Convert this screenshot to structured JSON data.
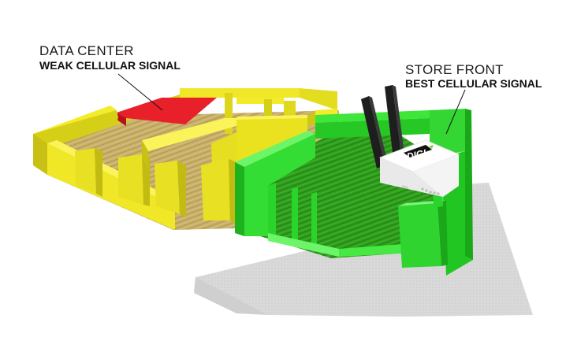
{
  "data_center": {
    "title": "DATA CENTER",
    "subtitle": "WEAK CELLULAR SIGNAL",
    "zone_color": "#e8202a"
  },
  "store_front": {
    "title": "STORE FRONT",
    "subtitle": "BEST CELLULAR SIGNAL",
    "zone_color": "#22e02a"
  },
  "router": {
    "brand": "DIGI",
    "icon": "cellular-router-icon"
  },
  "colors": {
    "weak_zone": "#f0ea1a",
    "strong_zone": "#22e02a",
    "worst_zone": "#e8202a",
    "ground": "#d9d9d9"
  }
}
